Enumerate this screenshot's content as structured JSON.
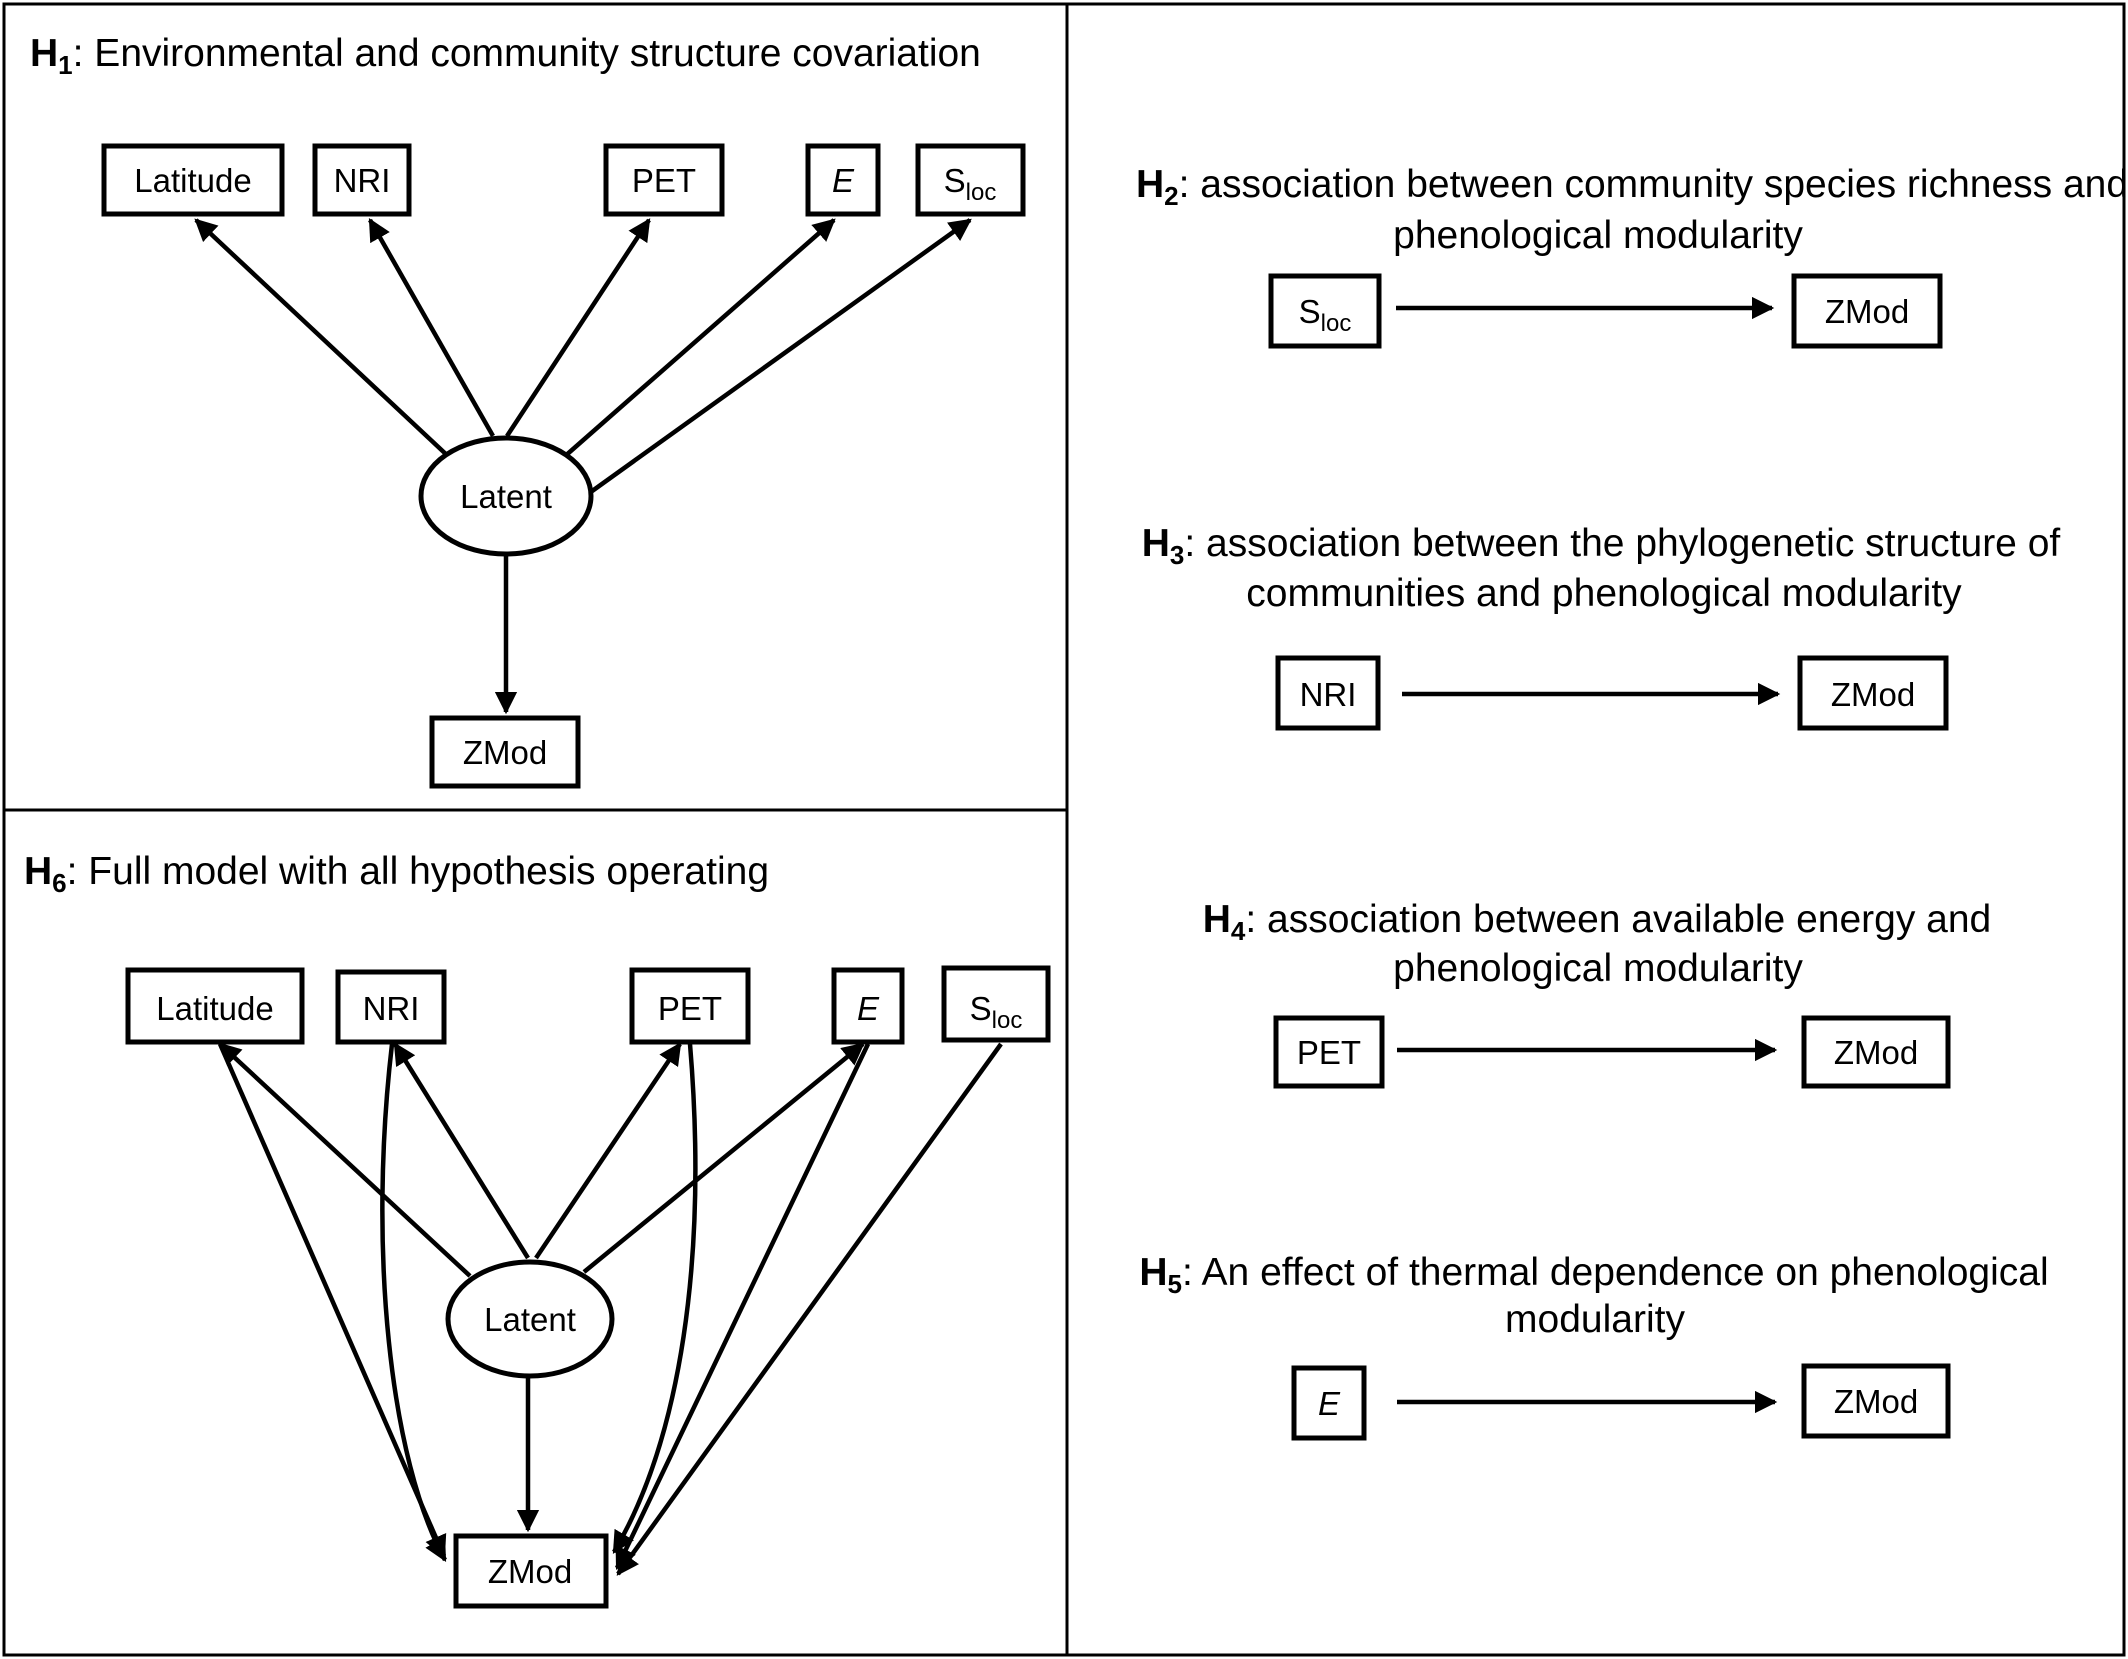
{
  "panels": {
    "h1": {
      "title_h": "H",
      "title_sub": "1",
      "title_text": ": Environmental and community structure covariation",
      "nodes": {
        "latitude": "Latitude",
        "nri": "NRI",
        "pet": "PET",
        "e": "E",
        "sloc_main": "S",
        "sloc_sub": "loc",
        "latent": "Latent",
        "zmod": "ZMod"
      }
    },
    "h2": {
      "title_h": "H",
      "title_sub": "2",
      "title_line1": ": association between community species richness and",
      "title_line2": "phenological modularity",
      "nodes": {
        "from_main": "S",
        "from_sub": "loc",
        "to": "ZMod"
      }
    },
    "h3": {
      "title_h": "H",
      "title_sub": "3",
      "title_line1": ": association between the phylogenetic structure of",
      "title_line2": "communities and phenological modularity",
      "nodes": {
        "from": "NRI",
        "to": "ZMod"
      }
    },
    "h4": {
      "title_h": "H",
      "title_sub": "4",
      "title_line1": ": association between available energy and",
      "title_line2": "phenological modularity",
      "nodes": {
        "from": "PET",
        "to": "ZMod"
      }
    },
    "h5": {
      "title_h": "H",
      "title_sub": "5",
      "title_line1": ": An effect of thermal dependence on phenological",
      "title_line2": "modularity",
      "nodes": {
        "from": "E",
        "to": "ZMod"
      }
    },
    "h6": {
      "title_h": "H",
      "title_sub": "6",
      "title_text": ": Full model with all hypothesis operating",
      "nodes": {
        "latitude": "Latitude",
        "nri": "NRI",
        "pet": "PET",
        "e": "E",
        "sloc_main": "S",
        "sloc_sub": "loc",
        "latent": "Latent",
        "zmod": "ZMod"
      }
    }
  }
}
